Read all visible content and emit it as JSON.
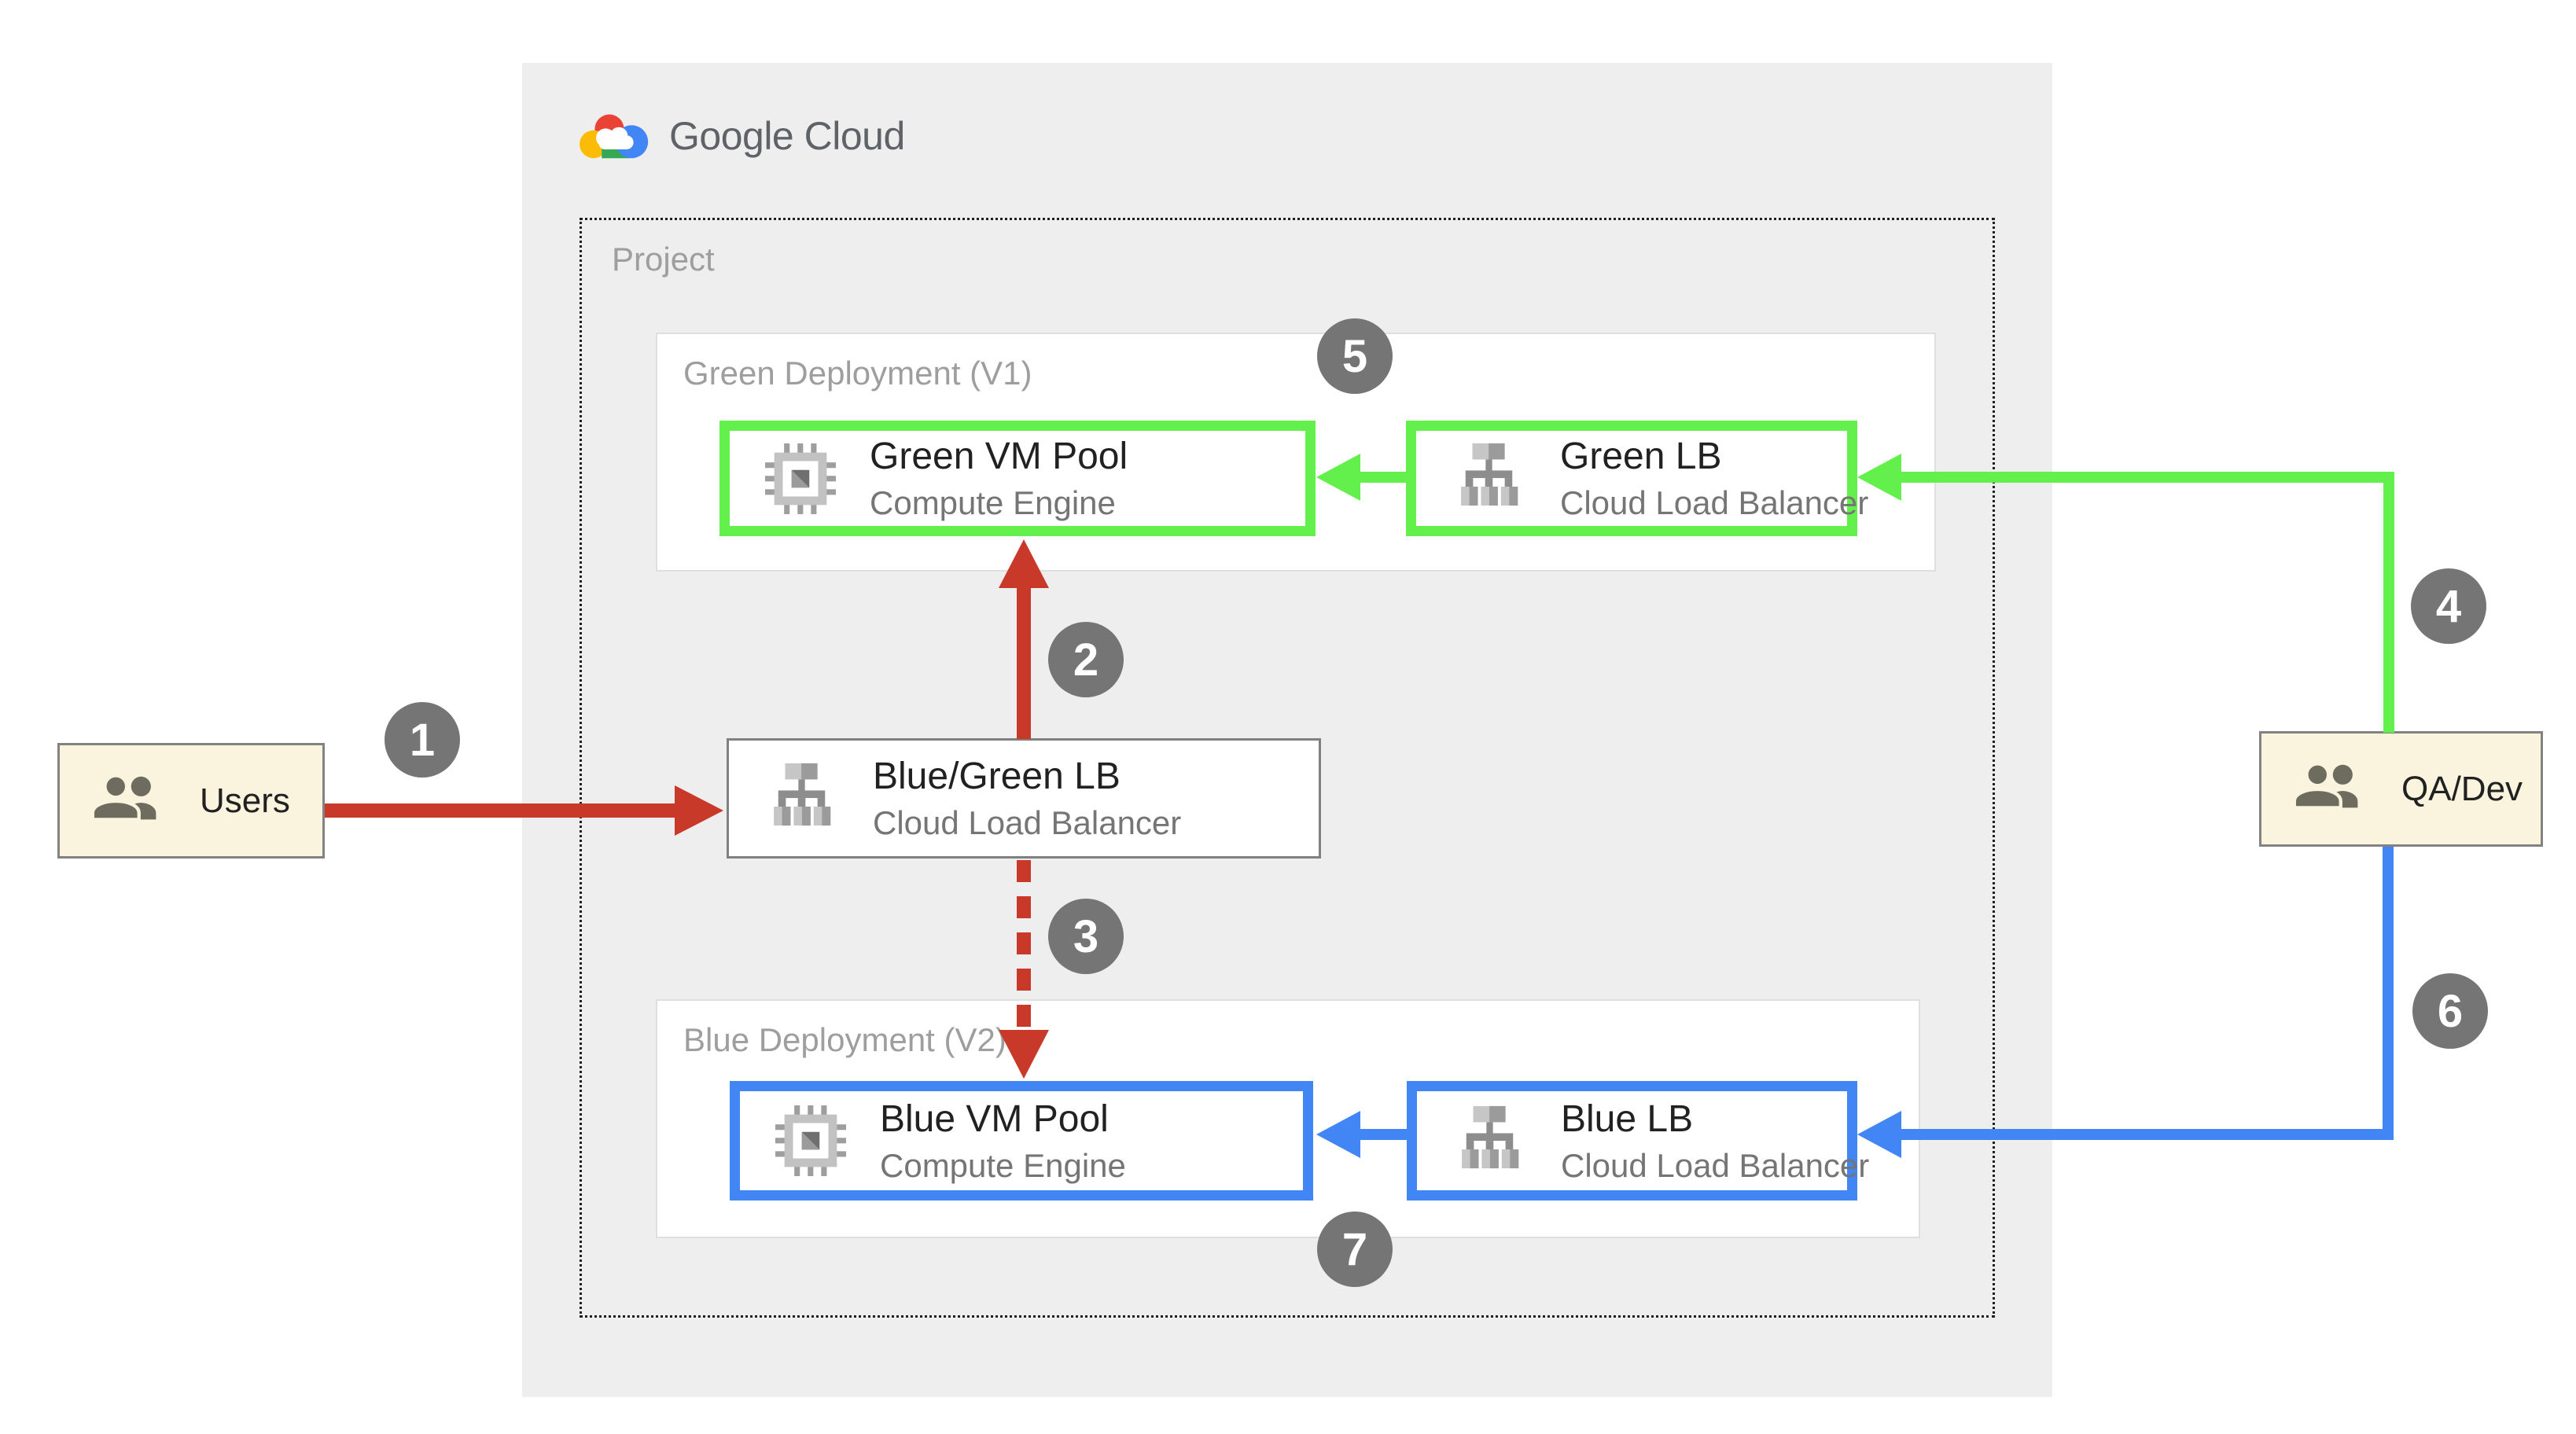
{
  "header": {
    "logo_text": "Google Cloud",
    "logo_icon": "google-cloud-logo"
  },
  "project": {
    "label": "Project"
  },
  "groups": {
    "green": {
      "label": "Green Deployment (V1)"
    },
    "blue": {
      "label": "Blue Deployment (V2)"
    }
  },
  "nodes": {
    "green_vm": {
      "title": "Green VM Pool",
      "subtitle": "Compute Engine",
      "icon": "compute-engine-icon",
      "accent": "#64F04C"
    },
    "green_lb": {
      "title": "Green LB",
      "subtitle": "Cloud Load Balancer",
      "icon": "load-balancer-icon",
      "accent": "#64F04C"
    },
    "bluegreen_lb": {
      "title": "Blue/Green LB",
      "subtitle": "Cloud Load Balancer",
      "icon": "load-balancer-icon",
      "accent": "#808080"
    },
    "blue_vm": {
      "title": "Blue VM Pool",
      "subtitle": "Compute Engine",
      "icon": "compute-engine-icon",
      "accent": "#4285F4"
    },
    "blue_lb": {
      "title": "Blue LB",
      "subtitle": "Cloud Load Balancer",
      "icon": "load-balancer-icon",
      "accent": "#4285F4"
    }
  },
  "actors": {
    "users": {
      "label": "Users",
      "icon": "people-icon"
    },
    "qa_dev": {
      "label": "QA/Dev",
      "icon": "people-icon"
    }
  },
  "steps": {
    "s1": "1",
    "s2": "2",
    "s3": "3",
    "s4": "4",
    "s5": "5",
    "s6": "6",
    "s7": "7"
  },
  "colors": {
    "red_flow": "#C8392A",
    "green_flow": "#64F04C",
    "blue_flow": "#4285F4",
    "badge": "#757575",
    "panel": "#EEEEEE",
    "actor_bg": "#FAF3DE"
  }
}
